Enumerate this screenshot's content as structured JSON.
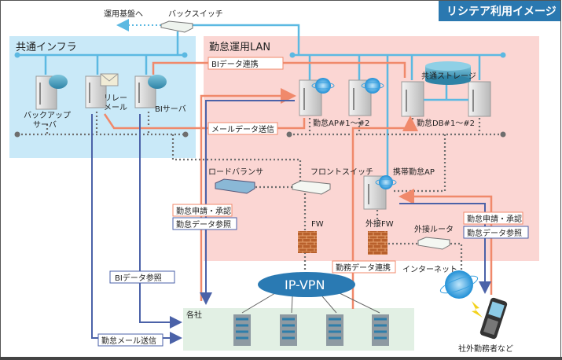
{
  "title": "リシテア利用イメージ",
  "colors": {
    "title_bg": "#2a78b0",
    "infra_bg": "#c9e9f8",
    "lan_bg": "#fbd6d3",
    "companies_bg": "#e2f0e4",
    "orange_flow": "#f0896b",
    "blue_flow": "#4b62a8",
    "network": "#5cb9e2"
  },
  "top": {
    "ops_base": "運用基盤へ",
    "back_switch": "バックスイッチ"
  },
  "infra": {
    "label": "共通インフラ",
    "backup_server": [
      "バックアップ",
      "サーバ"
    ],
    "relay_mail": [
      "リレー",
      "メール"
    ],
    "bi_server": "BIサーバ"
  },
  "lan": {
    "label": "勤怠運用LAN",
    "bi_link": "BIデータ連携",
    "mail_send": "メールデータ送信",
    "storage": "共通ストレージ",
    "ap": "勤怠AP#1～#2",
    "db": "勤怠DB#1～#2",
    "load_balancer": "ロードバランサ",
    "front_switch": "フロントスイッチ",
    "mobile_ap": "携帯勤怠AP",
    "fw": "FW",
    "ext_fw": "外接FW",
    "ext_router": "外接ルータ"
  },
  "flows": {
    "apply_left": "勤怠申請・承認",
    "ref_left": "勤怠データ参照",
    "apply_right": "勤怠申請・承認",
    "ref_right": "勤怠データ参照",
    "work_link": "勤務データ連携",
    "bi_ref": "BIデータ参照",
    "mail_send": "勤怠メール送信"
  },
  "network": {
    "ipvpn": "IP-VPN",
    "internet": "インターネット"
  },
  "companies": {
    "label": "各社"
  },
  "remote": {
    "label": "社外勤務者など"
  }
}
